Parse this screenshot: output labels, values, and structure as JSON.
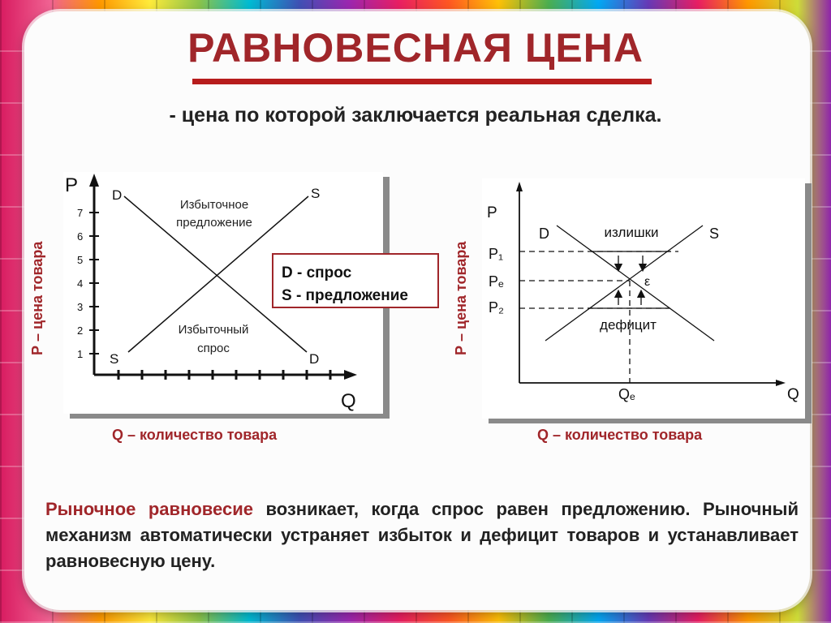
{
  "title": "РАВНОВЕСНАЯ ЦЕНА",
  "subtitle": "- цена по которой заключается реальная сделка.",
  "left_graph": {
    "axis_p": "P",
    "axis_q": "Q",
    "ticks": [
      "1",
      "2",
      "3",
      "4",
      "5",
      "6",
      "7"
    ],
    "curve_labels": {
      "d_top": "D",
      "s_top": "S",
      "s_bottom": "S",
      "d_bottom": "D"
    },
    "surplus": [
      "Избыточное",
      "предложение"
    ],
    "shortage": [
      "Избыточный",
      "спрос"
    ],
    "p_caption": "Р – цена товара",
    "q_caption": "Q – количество товара"
  },
  "legend": {
    "line1": "D - спрос",
    "line2": "S - предложение"
  },
  "right_graph": {
    "axis_p": "P",
    "axis_q": "Q",
    "p1": "P₁",
    "pe": "Pₑ",
    "p2": "P₂",
    "qe": "Qₑ",
    "d": "D",
    "s": "S",
    "e": "ε",
    "surplus": "излишки",
    "deficit": "дефицит",
    "p_caption": "Р – цена товара",
    "q_caption": "Q – количество товара"
  },
  "paragraph": {
    "hl1": "Рыночное равновесие",
    "rest1": " возникает, когда спрос равен предложению. Рыночный механизм автоматически устраняет избыток и дефицит товаров и устанавливает равновесную цену."
  }
}
